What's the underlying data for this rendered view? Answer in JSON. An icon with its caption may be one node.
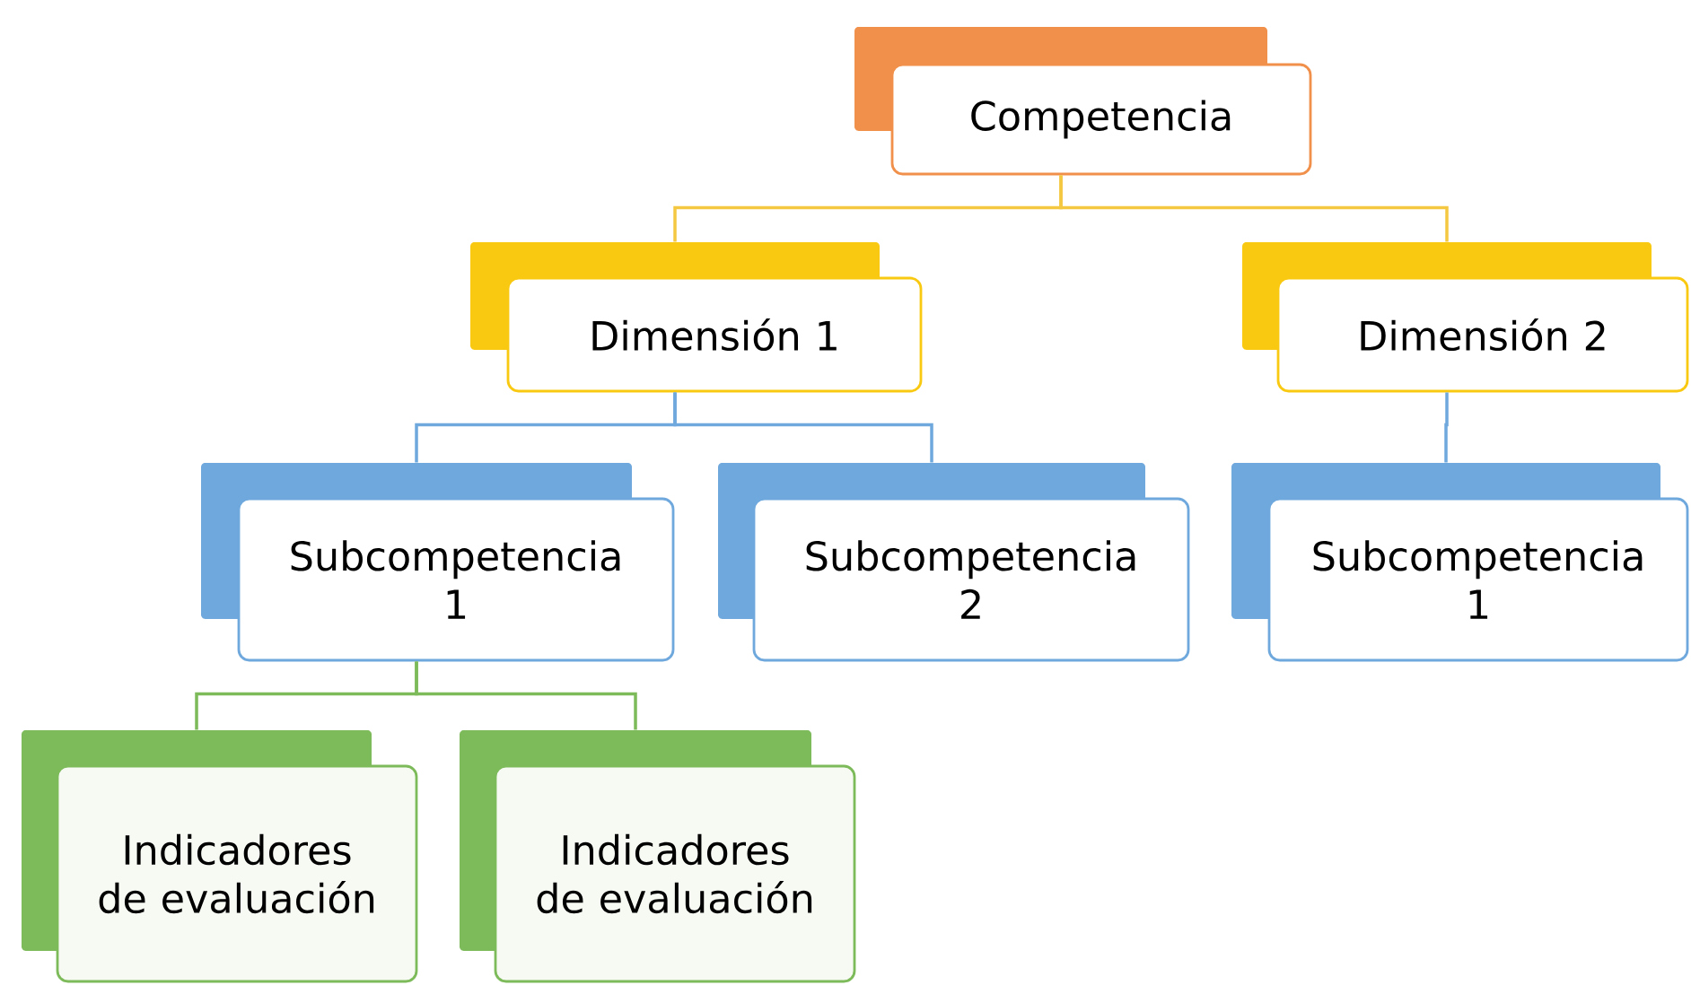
{
  "diagram": {
    "nodes": [
      {
        "text": [
          "Competencia"
        ]
      },
      {
        "text": [
          "Dimensión 1"
        ]
      },
      {
        "text": [
          "Dimensión 2"
        ]
      },
      {
        "text": [
          "Subcompetencia 1"
        ]
      },
      {
        "text": [
          "Subcompetencia 2"
        ]
      },
      {
        "text": [
          "Subcompetencia 1"
        ]
      },
      {
        "text": [
          "Indicadores de evaluación"
        ]
      },
      {
        "text": [
          "Indicadores de evaluación"
        ]
      }
    ],
    "edges": [
      {
        "from": 0,
        "to": 1,
        "arrow": "none",
        "color": "#f5c842"
      },
      {
        "from": 0,
        "to": 2,
        "arrow": "none",
        "color": "#f5c842"
      },
      {
        "from": 1,
        "to": 3,
        "arrow": "none",
        "color": "#6fa8dc"
      },
      {
        "from": 1,
        "to": 4,
        "arrow": "none",
        "color": "#6fa8dc"
      },
      {
        "from": 2,
        "to": 5,
        "arrow": "none",
        "color": "#6fa8dc"
      },
      {
        "from": 3,
        "to": 6,
        "arrow": "none",
        "color": "#7dba5a"
      },
      {
        "from": 3,
        "to": 7,
        "arrow": "none",
        "color": "#7dba5a"
      }
    ]
  }
}
